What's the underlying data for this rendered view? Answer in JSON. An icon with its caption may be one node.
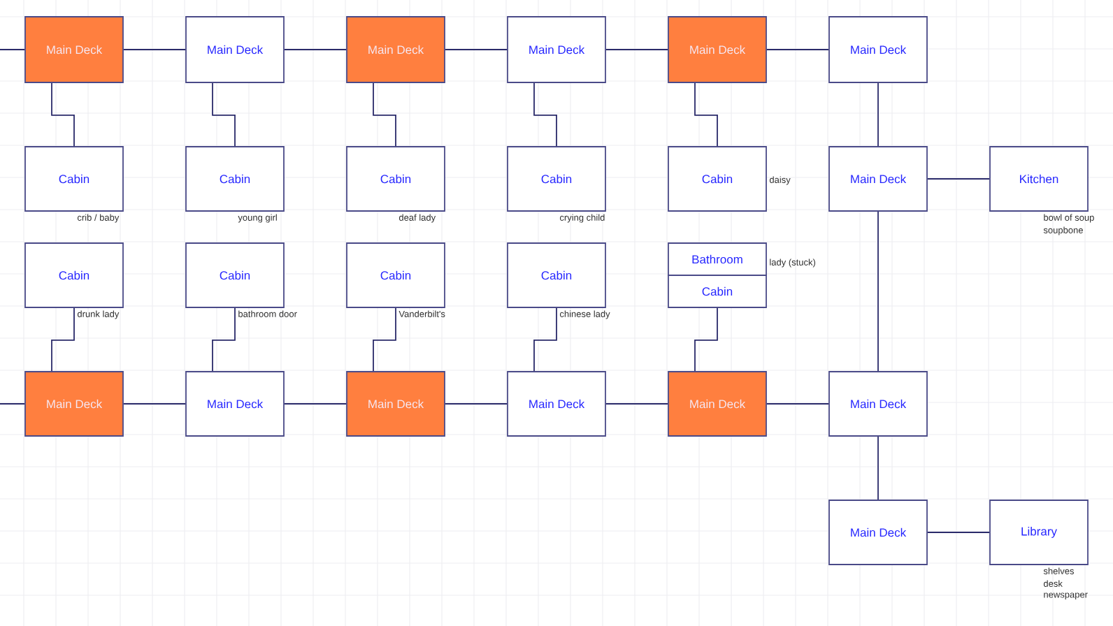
{
  "diagram": {
    "nodes": [
      {
        "text": [
          "Main Deck"
        ]
      },
      {
        "text": [
          "Main Deck"
        ]
      },
      {
        "text": [
          "Main Deck"
        ]
      },
      {
        "text": [
          "Main Deck"
        ]
      },
      {
        "text": [
          "Main Deck"
        ]
      },
      {
        "text": [
          "Main Deck"
        ]
      },
      {
        "text": [
          "Cabin"
        ],
        "beside": [
          "crib / baby"
        ]
      },
      {
        "text": [
          "Cabin"
        ],
        "beside": [
          "young girl"
        ]
      },
      {
        "text": [
          "Cabin"
        ],
        "beside": [
          "deaf lady"
        ]
      },
      {
        "text": [
          "Cabin"
        ],
        "beside": [
          "crying child"
        ]
      },
      {
        "text": [
          "Cabin"
        ],
        "beside": [
          "daisy"
        ]
      },
      {
        "text": [
          "Main Deck"
        ]
      },
      {
        "text": [
          "Kitchen"
        ],
        "beside": [
          "bowl of soup",
          "soupbone"
        ]
      },
      {
        "text": [
          "Cabin"
        ],
        "beside": [
          "drunk lady"
        ]
      },
      {
        "text": [
          "Cabin"
        ],
        "beside": [
          "bathroom door"
        ]
      },
      {
        "text": [
          "Cabin"
        ],
        "beside": [
          "Vanderbilt's"
        ]
      },
      {
        "text": [
          "Cabin"
        ],
        "beside": [
          "chinese lady"
        ]
      },
      {
        "text": [
          "Bathroom"
        ],
        "beside": [
          "lady (stuck)"
        ]
      },
      {
        "text": [
          "Cabin"
        ]
      },
      {
        "text": [
          "Main Deck"
        ]
      },
      {
        "text": [
          "Main Deck"
        ]
      },
      {
        "text": [
          "Main Deck"
        ]
      },
      {
        "text": [
          "Main Deck"
        ]
      },
      {
        "text": [
          "Main Deck"
        ]
      },
      {
        "text": [
          "Main Deck"
        ]
      },
      {
        "text": [
          "Main Deck"
        ]
      },
      {
        "text": [
          "Library"
        ],
        "beside": [
          "shelves",
          "desk",
          "newspaper"
        ]
      }
    ],
    "edges": [
      {
        "from": null,
        "to": 0,
        "arrow": "none"
      },
      {
        "from": 0,
        "to": 1,
        "arrow": "none"
      },
      {
        "from": 1,
        "to": 2,
        "arrow": "none"
      },
      {
        "from": 2,
        "to": 3,
        "arrow": "none"
      },
      {
        "from": 3,
        "to": 4,
        "arrow": "none"
      },
      {
        "from": 4,
        "to": 5,
        "arrow": "none"
      },
      {
        "from": 0,
        "to": 6,
        "arrow": "none"
      },
      {
        "from": 1,
        "to": 7,
        "arrow": "none"
      },
      {
        "from": 2,
        "to": 8,
        "arrow": "none"
      },
      {
        "from": 3,
        "to": 9,
        "arrow": "none"
      },
      {
        "from": 4,
        "to": 10,
        "arrow": "none"
      },
      {
        "from": 5,
        "to": 11,
        "arrow": "none"
      },
      {
        "from": 11,
        "to": 12,
        "arrow": "none"
      },
      {
        "from": 11,
        "to": 24,
        "arrow": "none"
      },
      {
        "from": 13,
        "to": 19,
        "arrow": "none"
      },
      {
        "from": 14,
        "to": 20,
        "arrow": "none"
      },
      {
        "from": 15,
        "to": 21,
        "arrow": "none"
      },
      {
        "from": 16,
        "to": 22,
        "arrow": "none"
      },
      {
        "from": 18,
        "to": 23,
        "arrow": "none"
      },
      {
        "from": null,
        "to": 19,
        "arrow": "none"
      },
      {
        "from": 19,
        "to": 20,
        "arrow": "none"
      },
      {
        "from": 20,
        "to": 21,
        "arrow": "none"
      },
      {
        "from": 21,
        "to": 22,
        "arrow": "none"
      },
      {
        "from": 22,
        "to": 23,
        "arrow": "none"
      },
      {
        "from": 23,
        "to": 24,
        "arrow": "none"
      },
      {
        "from": 24,
        "to": 25,
        "arrow": "none"
      },
      {
        "from": 25,
        "to": 26,
        "arrow": "none"
      }
    ]
  }
}
